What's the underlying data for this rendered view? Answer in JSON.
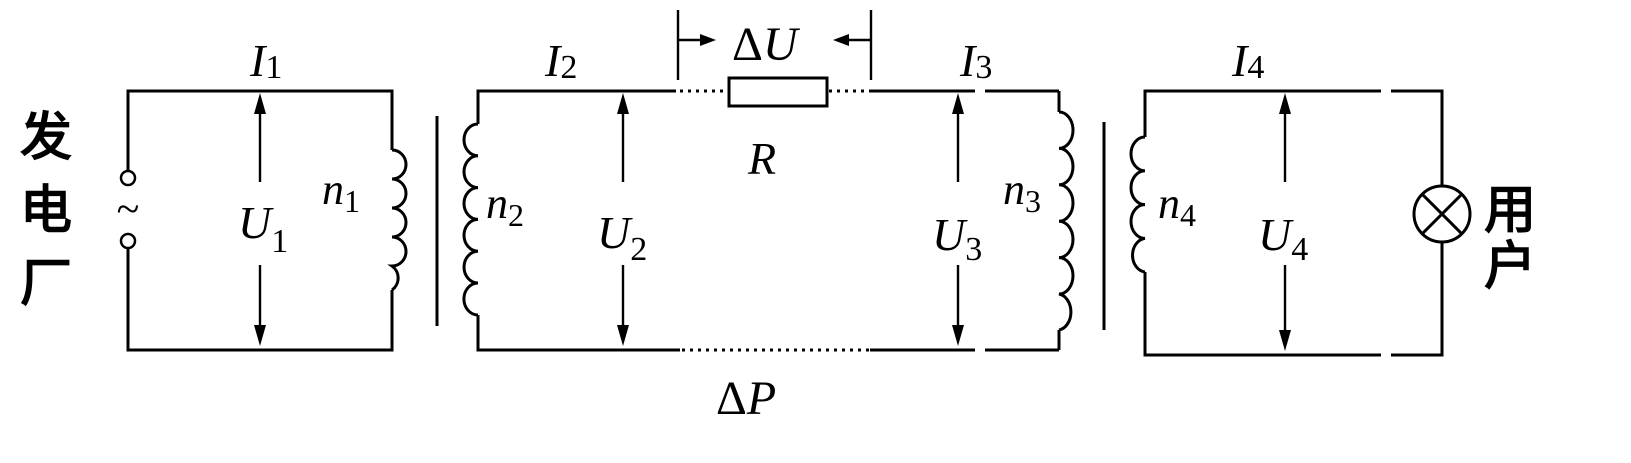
{
  "labels": {
    "I1": {
      "main": "I",
      "sub": "1"
    },
    "I2": {
      "main": "I",
      "sub": "2"
    },
    "I3": {
      "main": "I",
      "sub": "3"
    },
    "I4": {
      "main": "I",
      "sub": "4"
    },
    "U1": {
      "main": "U",
      "sub": "1"
    },
    "U2": {
      "main": "U",
      "sub": "2"
    },
    "U3": {
      "main": "U",
      "sub": "3"
    },
    "U4": {
      "main": "U",
      "sub": "4"
    },
    "n1": {
      "main": "n",
      "sub": "1"
    },
    "n2": {
      "main": "n",
      "sub": "2"
    },
    "n3": {
      "main": "n",
      "sub": "3"
    },
    "n4": {
      "main": "n",
      "sub": "4"
    },
    "R": "R",
    "deltaU": {
      "delta": "Δ",
      "main": "U"
    },
    "deltaP": {
      "delta": "Δ",
      "main": "P"
    },
    "ac_symbol": "~"
  },
  "source": {
    "chars": [
      "发",
      "电",
      "厂"
    ]
  },
  "user": {
    "chars": [
      "用",
      "户"
    ]
  }
}
